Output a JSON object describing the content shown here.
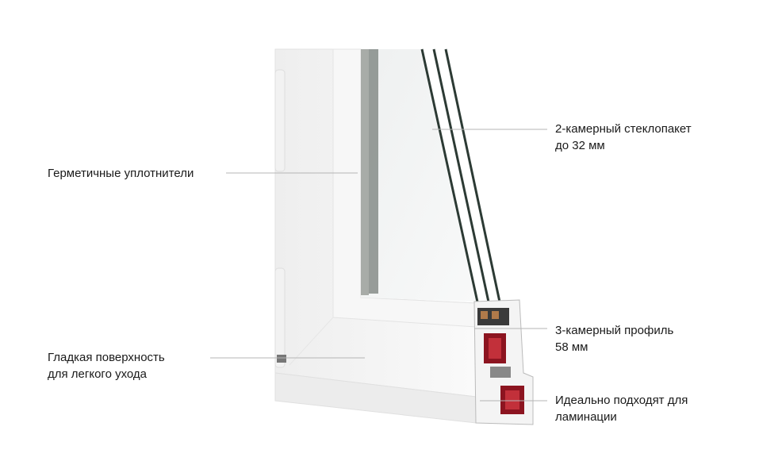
{
  "labels": {
    "seals": {
      "line1": "Герметичные уплотнители"
    },
    "glazing": {
      "line1": "2-камерный стеклопакет",
      "line2": "до 32 мм"
    },
    "profile": {
      "line1": "3-камерный профиль",
      "line2": "58 мм"
    },
    "surface": {
      "line1": "Гладкая поверхность",
      "line2": "для легкого ухода"
    },
    "lamination": {
      "line1": "Идеально подходят для",
      "line2": "ламинации"
    }
  },
  "colors": {
    "leader_line": "#b5b5b5",
    "reinforcement": "#8c1420",
    "frame": "#f4f4f4",
    "glass_edge": "#2c3a34"
  }
}
